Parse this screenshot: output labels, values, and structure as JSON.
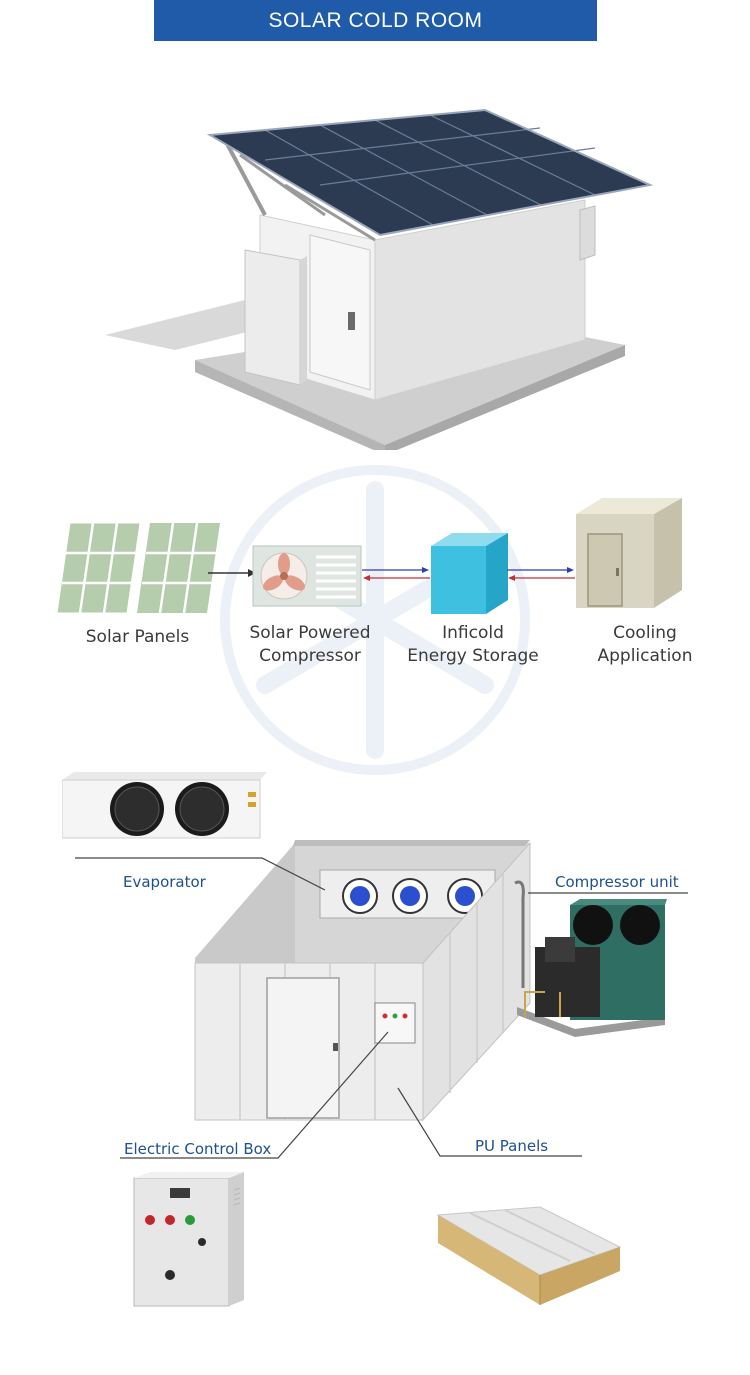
{
  "header": {
    "title": "SOLAR COLD ROOM"
  },
  "flow": {
    "steps": [
      {
        "label_line1": "Solar Panels",
        "label_line2": "",
        "icon": "solar-panels-icon"
      },
      {
        "label_line1": "Solar Powered",
        "label_line2": "Compressor",
        "icon": "compressor-icon"
      },
      {
        "label_line1": "Inficold",
        "label_line2": "Energy Storage",
        "icon": "energy-storage-cube-icon"
      },
      {
        "label_line1": "Cooling",
        "label_line2": "Application",
        "icon": "cold-room-box-icon"
      }
    ],
    "arrow_color_forward": "#2a3fb0",
    "arrow_color_back": "#c0303a"
  },
  "components": {
    "evaporator": "Evaporator",
    "compressor_unit": "Compressor unit",
    "electric_control_box": "Electric Control Box",
    "pu_panels": "PU Panels"
  },
  "colors": {
    "header_bg": "#1f5ba8",
    "callout_text": "#1f4f8f",
    "solar_panel": "#2c3b52",
    "room_wall": "#eeeeee",
    "compressor_green": "#2f6e63"
  }
}
